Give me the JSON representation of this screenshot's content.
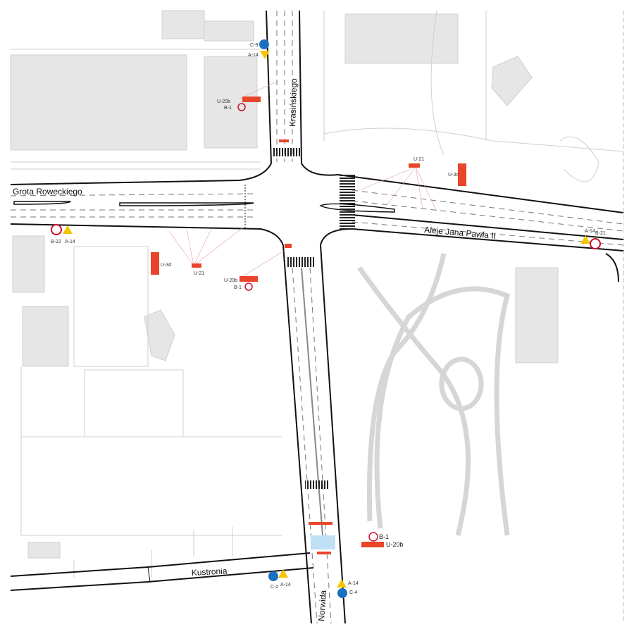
{
  "streets": {
    "grota": "Grota Roweckiego",
    "krasinskiego": "Krasińskiego",
    "jpii": "Aleje Jana Pawła II",
    "kustronia": "Kustronia",
    "norwida": "Norwida"
  },
  "signs": {
    "top_c": "C-9",
    "top_a": "A-14",
    "krasi_u": "U-20b",
    "krasi_b": "B-1",
    "ne_u21": "U-21",
    "ne_u3c": "U-3c",
    "w_b22": "B-22",
    "w_a14": "A-14",
    "sw_u3d": "U-3d",
    "sw_u21": "U-21",
    "sw_u20b": "U-20b",
    "sw_b1": "B-1",
    "e_a14": "A-14",
    "e_b21": "B-21",
    "s_b1": "B-1",
    "s_u20b": "U-20b",
    "s_a14": "A-14",
    "s_c4": "C-4",
    "k_c2": "C-2",
    "k_a14": "A-14"
  },
  "colors": {
    "sign_red": "#e8452a",
    "sign_blue": "#1a6fc0",
    "sign_yellow": "#f5c400",
    "crossing_blue": "#bfe0f5"
  }
}
